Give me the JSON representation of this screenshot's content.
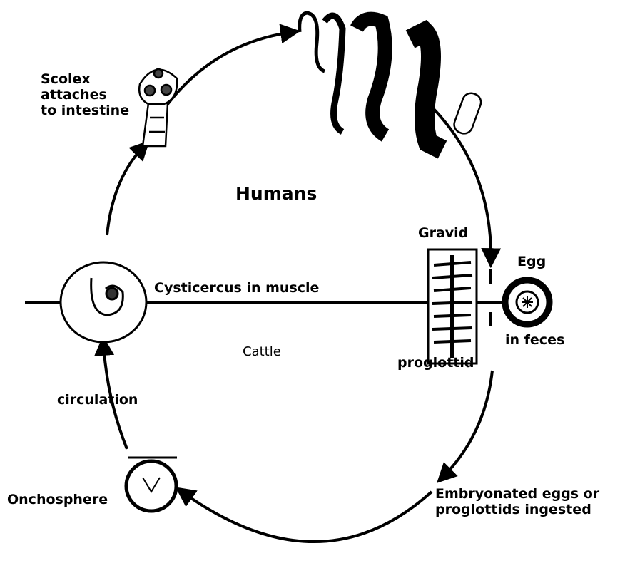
{
  "title": "Humans",
  "labels": {
    "scolex": [
      "Scolex",
      "attaches",
      "to intestine"
    ],
    "cysticercus": "Cysticercus in muscle",
    "cattle": "Cattle",
    "gravid": "Gravid",
    "proglottid": "proglottid",
    "egg": "Egg",
    "in_feces": "in feces",
    "circulation": "circulation",
    "onchosphere": "Onchosphere",
    "ingested": [
      "Embryonated eggs or",
      "proglottids ingested"
    ]
  },
  "colors": {
    "ink": "#000000",
    "background": "#ffffff"
  }
}
